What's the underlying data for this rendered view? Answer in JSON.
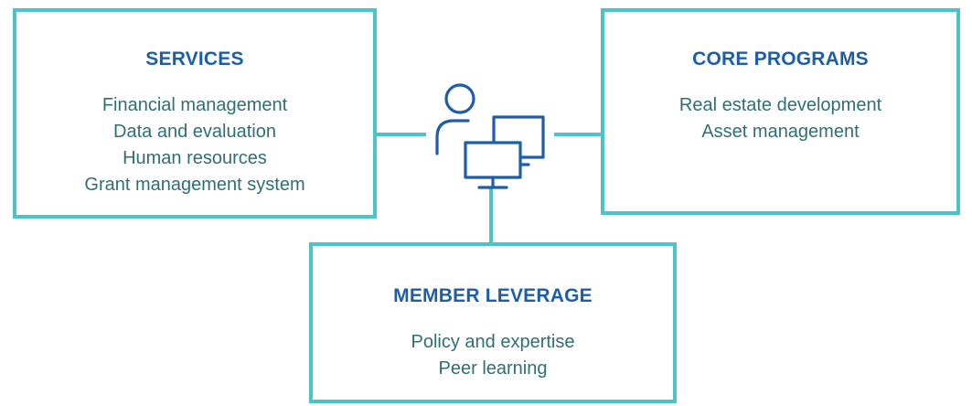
{
  "services": {
    "title": "SERVICES",
    "items": [
      "Financial management",
      "Data and evaluation",
      "Human resources",
      "Grant management system"
    ]
  },
  "core_programs": {
    "title": "CORE PROGRAMS",
    "items": [
      "Real estate development",
      "Asset management"
    ]
  },
  "member_leverage": {
    "title": "MEMBER LEVERAGE",
    "items": [
      "Policy and expertise",
      "Peer learning"
    ]
  },
  "center_icon": "person-with-computers-icon",
  "colors": {
    "border": "#4cc3c8",
    "title": "#1d5ea8",
    "text": "#2f6f73",
    "icon": "#1d5ea8"
  }
}
